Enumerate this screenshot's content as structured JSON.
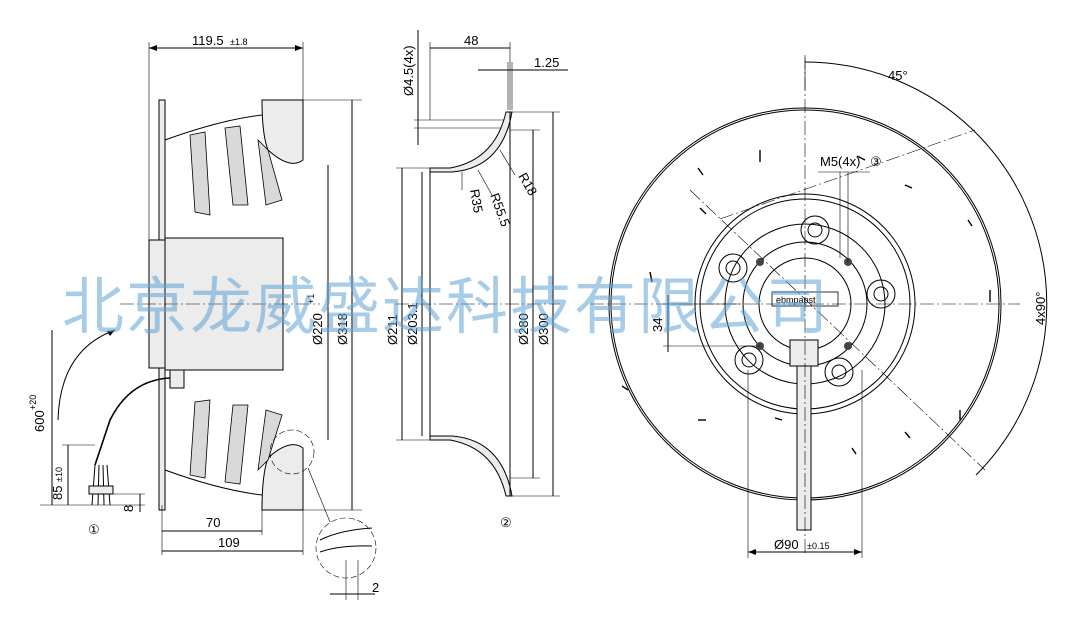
{
  "watermark": "北京龙威盛达科技有限公司",
  "brand_label": "ebmpapst",
  "callouts": {
    "c1": "①",
    "c2": "②",
    "c3": "③"
  },
  "dims": {
    "width_total": "119.5",
    "width_total_tol": "±1.8",
    "lead_length": "600",
    "lead_length_tol": "+20",
    "lead_strip": "85",
    "lead_strip_tol": "±10",
    "lead_tip": "8",
    "d_220": "Ø220",
    "d_220_tol": "+1",
    "d_318": "Ø318",
    "w_70": "70",
    "w_109": "109",
    "gap_2": "2",
    "hole_d": "Ø4.5(4x)",
    "ring_w": "48",
    "ring_t": "1.25",
    "r18": "R18",
    "r55": "R55.5",
    "r35": "R35",
    "d211": "Ø211",
    "d203": "Ø203.1",
    "d280": "Ø280",
    "d300": "Ø300",
    "thread": "M5(4x)",
    "angle45": "45°",
    "angle90": "4x90°",
    "off34": "34",
    "d90": "Ø90",
    "d90_tol": "±0.15"
  }
}
